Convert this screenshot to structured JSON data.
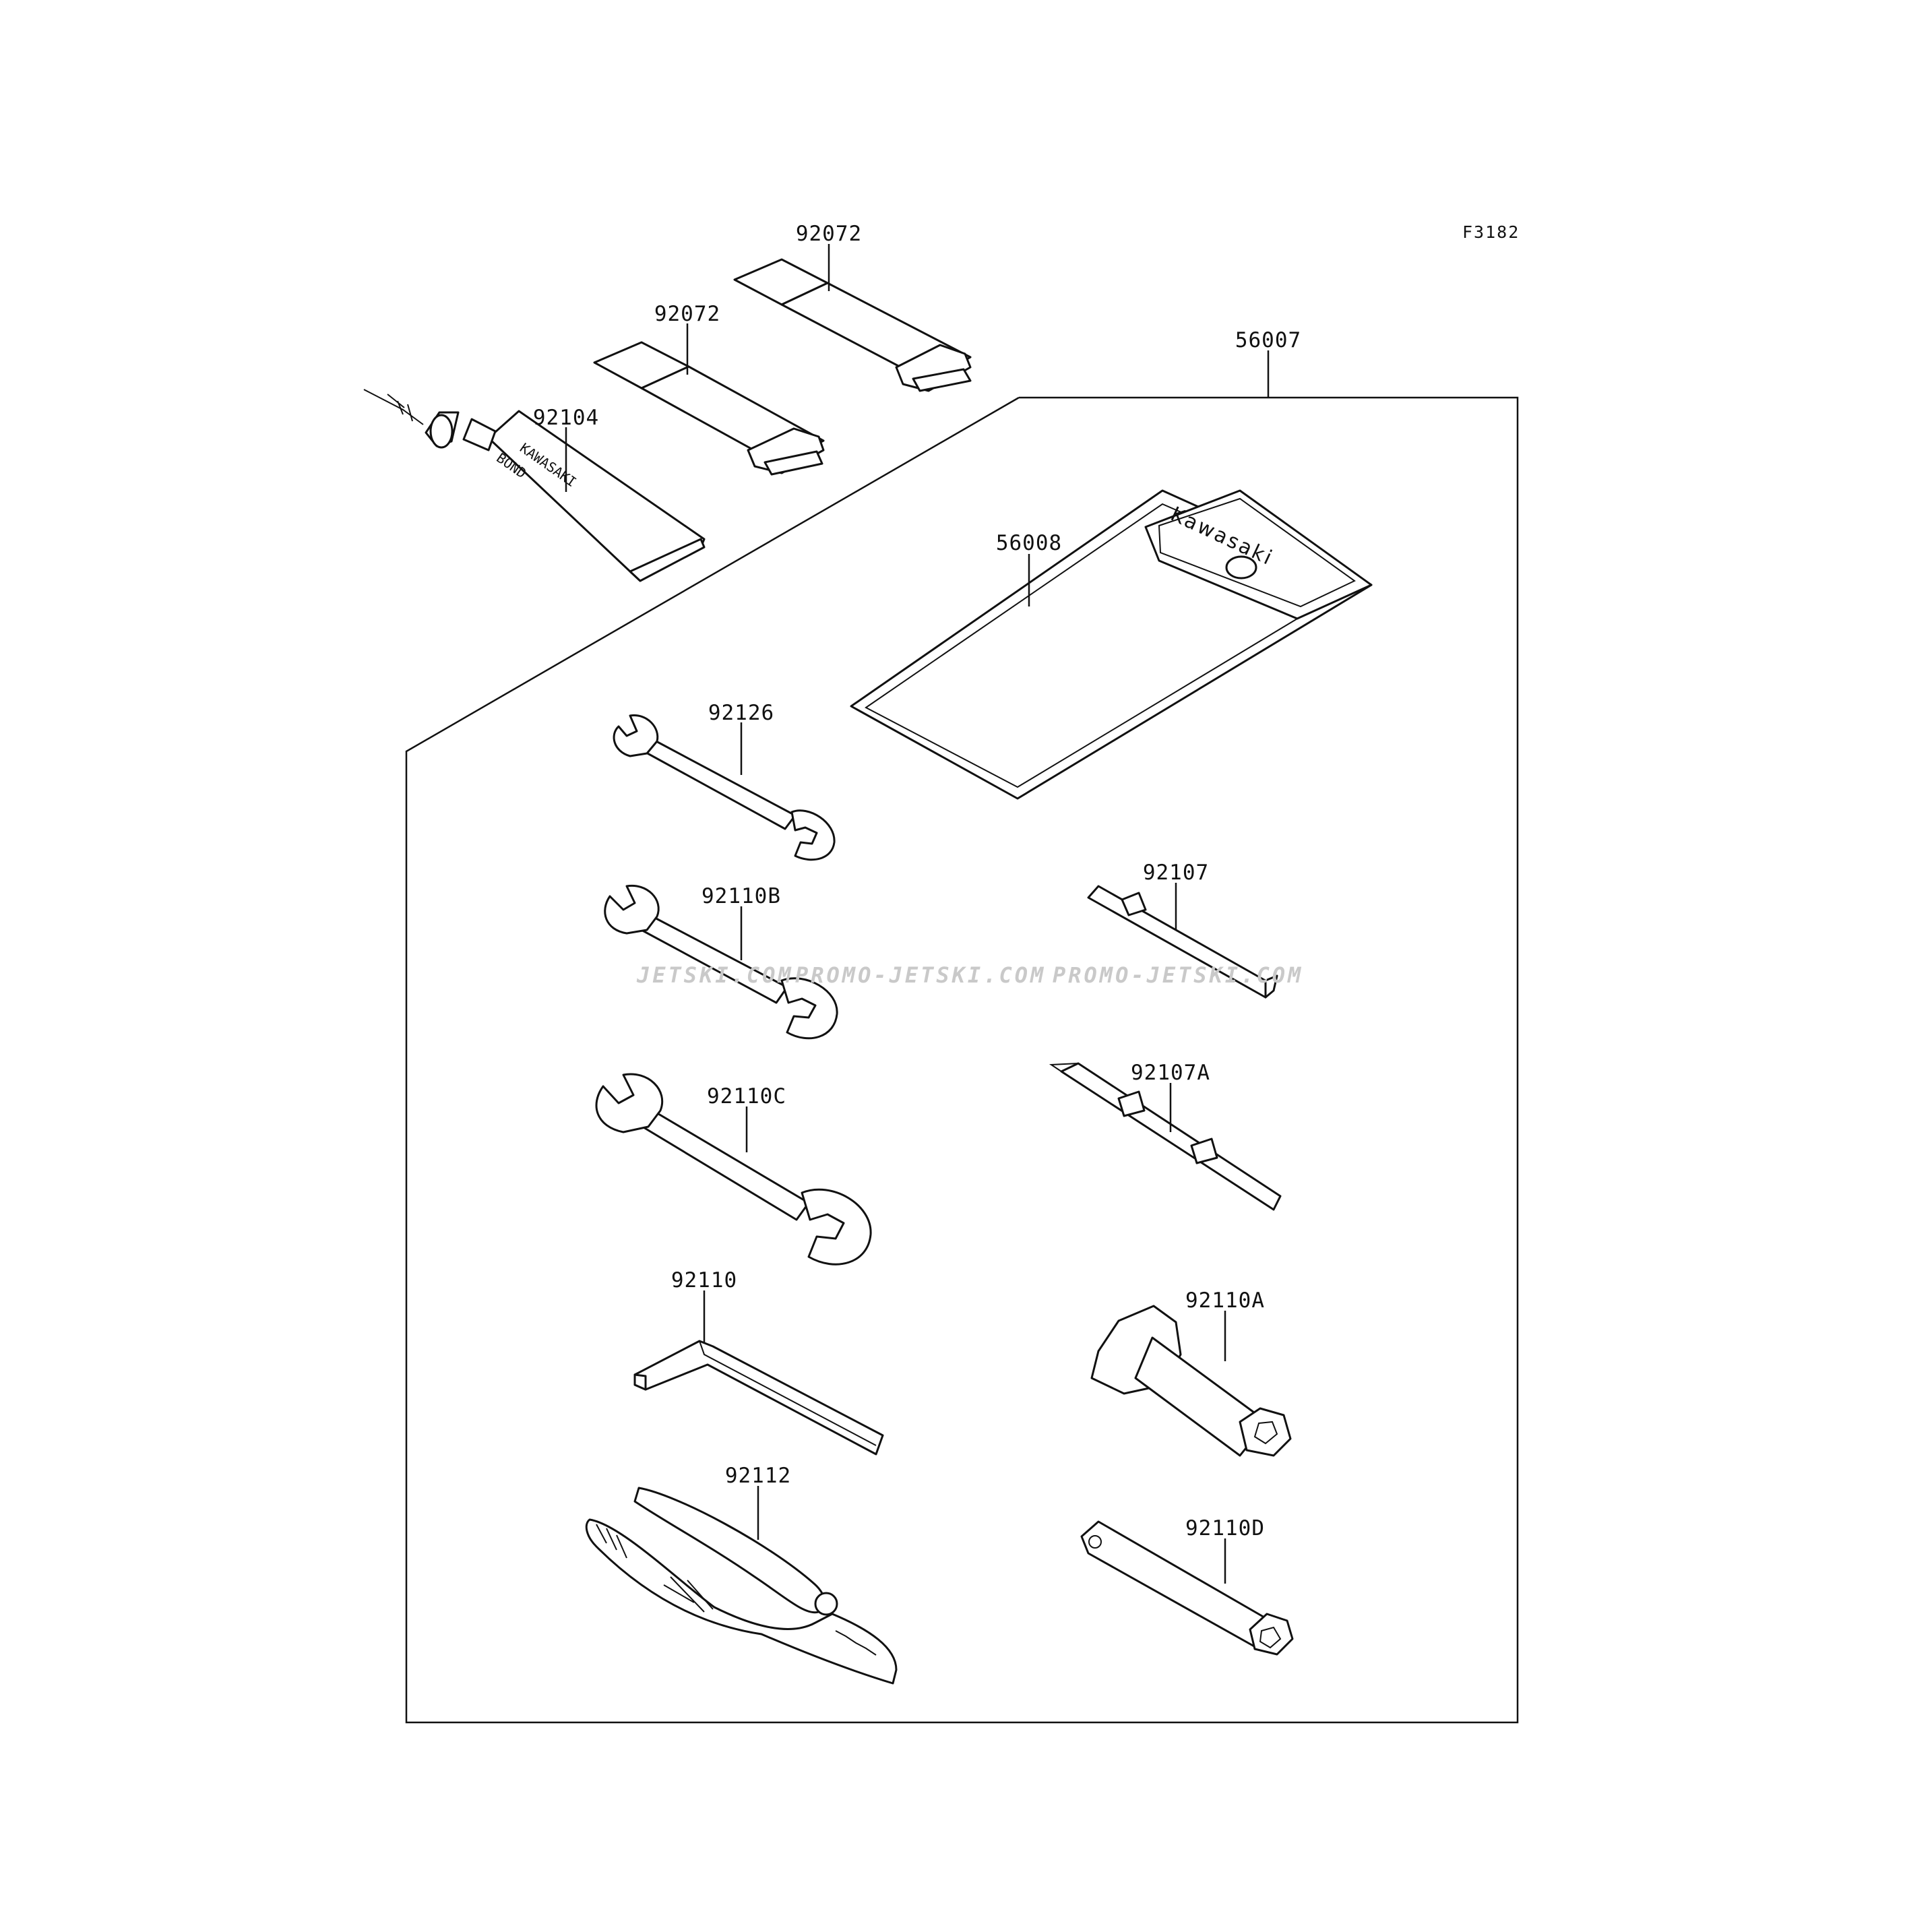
{
  "figure_code": "F3182",
  "watermark": {
    "text1": "JETSKI.COM",
    "text2": "PROMO-JETSKI.COM",
    "text3": "PROMO-JETSKI.COM"
  },
  "pouch_brand": "Kawasaki",
  "tube_brand_line1": "KAWASAKI",
  "tube_brand_line2": "BOND",
  "parts": {
    "strap_upper": "92072",
    "strap_lower": "92072",
    "bond_tube": "92104",
    "tool_kit": "56007",
    "tool_bag": "56008",
    "wrench_92126": "92126",
    "wrench_92110B": "92110B",
    "wrench_92110C": "92110C",
    "hex_key": "92110",
    "pliers": "92112",
    "driver_92107": "92107",
    "driver_92107A": "92107A",
    "box_spanner_92110A": "92110A",
    "box_spanner_92110D": "92110D"
  }
}
